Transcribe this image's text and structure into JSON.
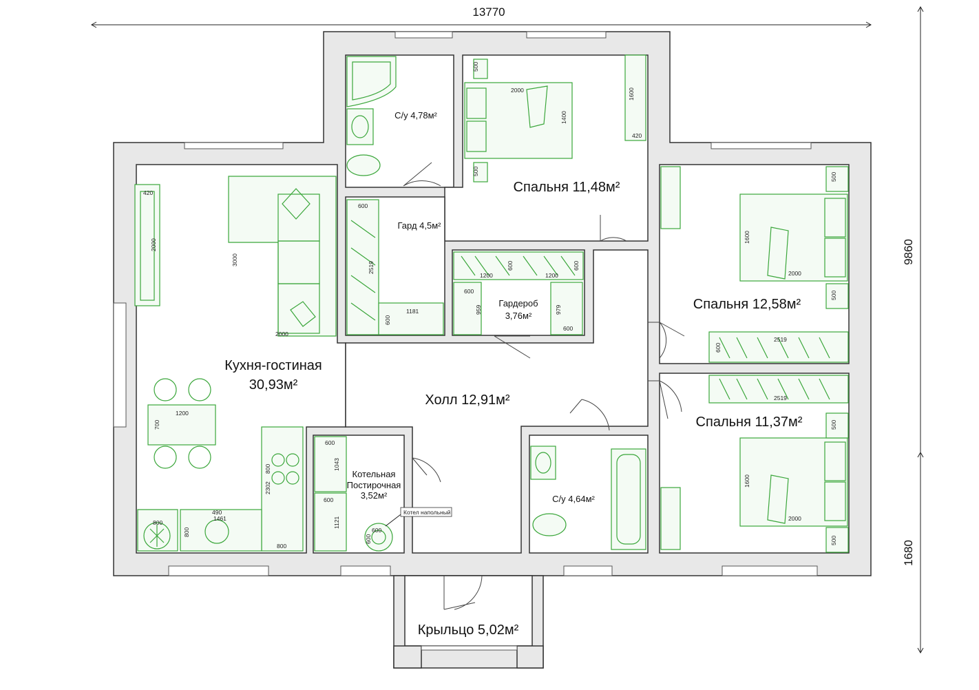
{
  "overall_dimensions": {
    "width": "13770",
    "depth": "9860",
    "porch_depth": "1680"
  },
  "rooms": {
    "bathroom_top": "С/у 4,78м²",
    "bedroom_1": "Спальня 11,48м²",
    "wardrobe_small": "Гард 4,5м²",
    "living": "Кухня-гостиная\n30,93м²",
    "living_line1": "Кухня-гостиная",
    "living_line2": "30,93м²",
    "wardrobe": "Гардероб\n3,76м²",
    "wardrobe_line1": "Гардероб",
    "wardrobe_line2": "3,76м²",
    "bedroom_2": "Спальня 12,58м²",
    "hall": "Холл 12,91м²",
    "bedroom_3": "Спальня 11,37м²",
    "boiler_line1": "Котельная",
    "boiler_line2": "Постирочная",
    "boiler_line3": "3,52м²",
    "bathroom_bottom": "С/у 4,64м²",
    "porch": "Крыльцо 5,02м²"
  },
  "labels": {
    "boiler_tag": "Котел напольный"
  },
  "small_dims": {
    "d500a": "500",
    "d500b": "500",
    "d2000a": "2000",
    "d1400": "1400",
    "d1600a": "1600",
    "d420a": "420",
    "d420b": "420",
    "d2000b": "2000",
    "d3000": "3000",
    "d2000c": "2000",
    "d600a": "600",
    "d2519a": "2519",
    "d600b": "600",
    "d1181": "1181",
    "d1200a": "1200",
    "d600c": "600",
    "d1200b": "1200",
    "d600d": "600",
    "d600e": "600",
    "d959": "959",
    "d979": "979",
    "d600f": "600",
    "d500c": "500",
    "d1600b": "1600",
    "d2000d": "2000",
    "d500d": "500",
    "d600g": "600",
    "d2519b": "2519",
    "d2519c": "2519",
    "d500e": "500",
    "d1600c": "1600",
    "d2000e": "2000",
    "d500f": "500",
    "d1200c": "1200",
    "d700": "700",
    "d600h": "600",
    "d1043": "1043",
    "d600i": "600",
    "d1121": "1121",
    "d600j": "600",
    "d600k": "600",
    "d800a": "800",
    "d800b": "800",
    "d490": "490",
    "d1461": "1461",
    "d800c": "800",
    "d2302": "2302",
    "d800d": "800"
  },
  "colors": {
    "furniture": "#3aa63a",
    "wall": "#e8e8e8",
    "outline": "#333333"
  }
}
